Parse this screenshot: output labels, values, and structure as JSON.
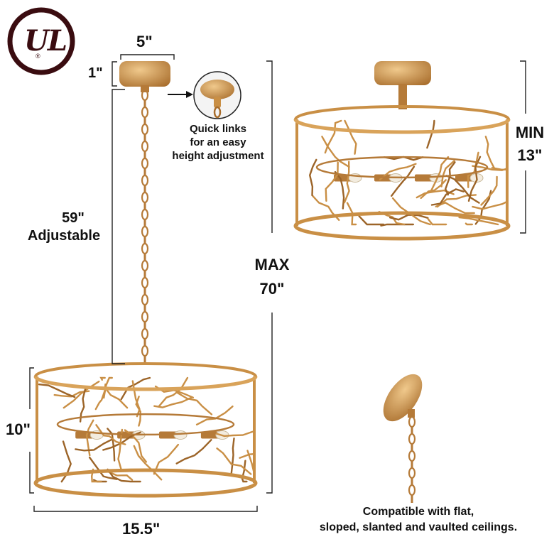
{
  "certification": {
    "logo_icon": "ul-listed-logo",
    "letters": "UL",
    "registered_mark": "®"
  },
  "dimensions": {
    "canopy_width": "5\"",
    "canopy_height": "1\"",
    "chain_length": "59\"",
    "chain_note": "Adjustable",
    "max_height_label": "MAX",
    "max_height": "70\"",
    "min_height_label": "MIN",
    "min_height": "13\"",
    "shade_height": "10\"",
    "shade_width": "15.5\""
  },
  "quick_links_note": [
    "Quick links",
    "for an easy",
    "height adjustment"
  ],
  "compatibility_note": [
    "Compatible with flat,",
    "sloped, slanted and vaulted ceilings."
  ],
  "colors": {
    "gold": "#c98f45",
    "gold_dark": "#8a5a22",
    "gold_light": "#e9bf7f",
    "line": "#222222",
    "logo": "#3a0c10"
  }
}
